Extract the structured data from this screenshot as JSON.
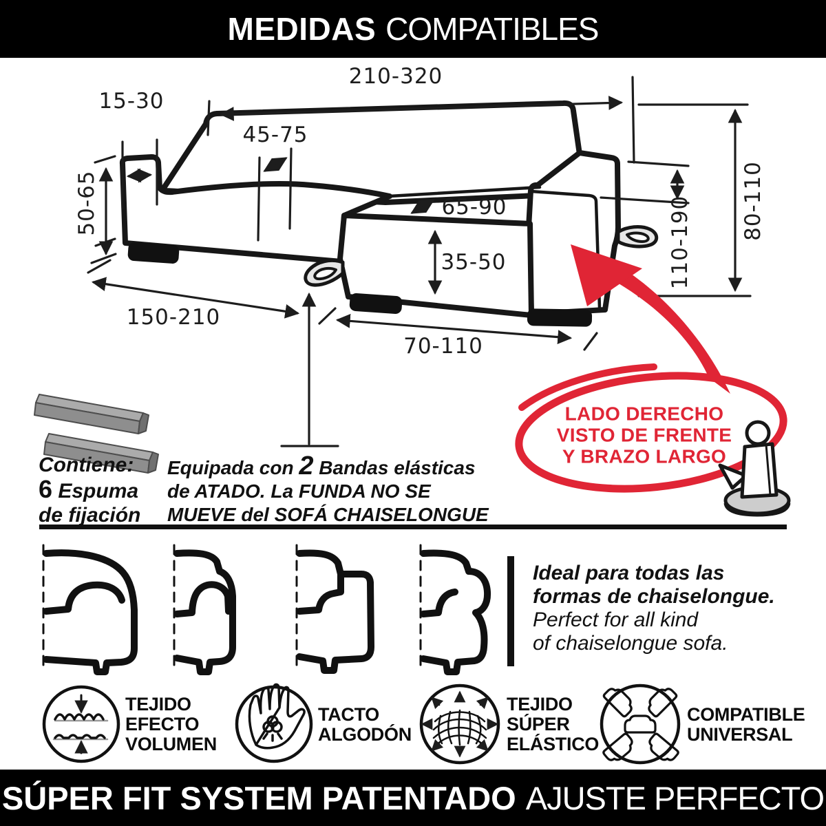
{
  "header": {
    "bold": "MEDIDAS",
    "light": "COMPATIBLES"
  },
  "dimensions": {
    "total_width": "210-320",
    "back_depth": "15-30",
    "seat_depth": "45-75",
    "arm_height": "50-65",
    "chaise_top_depth": "65-90",
    "chaise_front_height": "35-50",
    "chaise_length": "110-190",
    "total_height": "80-110",
    "body_width": "150-210",
    "chaise_width": "70-110"
  },
  "callout": {
    "line1": "LADO DERECHO",
    "line2": "VISTO DE FRENTE",
    "line3": "Y BRAZO LARGO"
  },
  "contains": {
    "title": "Contiene:",
    "qty": "6",
    "item": " Espuma",
    "item2": "de fijación"
  },
  "equipment": {
    "l1a": "Equipada con ",
    "l1b": "2",
    "l1c": " Bandas elásticas",
    "l2": "de ATADO. La FUNDA NO SE",
    "l3": "MUEVE del SOFÁ CHAISELONGUE"
  },
  "ideal": {
    "l1": "Ideal para todas las",
    "l2": "formas de chaiselongue.",
    "l3": "Perfect for all kind",
    "l4": "of chaiselongue sofa."
  },
  "features": [
    {
      "icon": "volume-fabric-icon",
      "l1": "TEJIDO",
      "l2": "EFECTO",
      "l3": "VOLUMEN"
    },
    {
      "icon": "cotton-touch-icon",
      "l1": "TACTO",
      "l2": "ALGODÓN"
    },
    {
      "icon": "elastic-fabric-icon",
      "l1": "TEJIDO",
      "l2": "SÚPER",
      "l3": "ELÁSTICO"
    },
    {
      "icon": "universal-compatible-icon",
      "l1": "COMPATIBLE",
      "l2": "UNIVERSAL"
    }
  ],
  "footer": {
    "bold": "SÚPER FIT SYSTEM PATENTADO",
    "light": "AJUSTE PERFECTO"
  },
  "colors": {
    "accent_red": "#e02535",
    "ink": "#171717"
  }
}
